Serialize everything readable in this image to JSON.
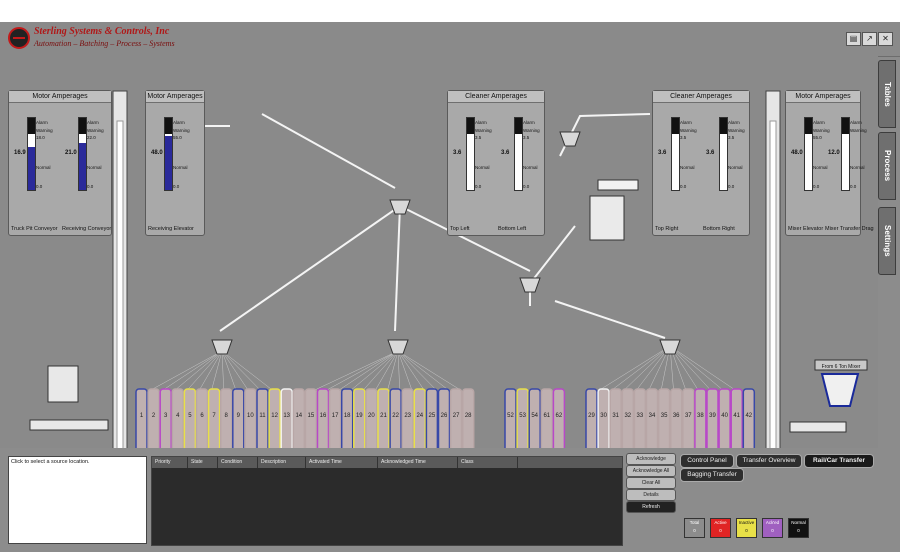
{
  "header": {
    "company": "Sterling Systems & Controls, Inc",
    "tagline": "Automation – Batching – Process – Systems",
    "buttons": [
      "print-icon",
      "export-icon",
      "close-icon"
    ]
  },
  "amperage_panels": [
    {
      "title": "Motor Amperages",
      "meters": [
        {
          "label": "Truck Pit Conveyor",
          "value": "16.9",
          "alarm": "Alarm",
          "warning": "Warning",
          "warn_val": "18.0",
          "normal": "Normal",
          "zero": "0.0",
          "fill": 0.6
        },
        {
          "label": "Receiving Conveyor",
          "value": "21.0",
          "alarm": "Alarm",
          "warning": "Warning",
          "warn_val": "22.0",
          "normal": "Normal",
          "zero": "0.0",
          "fill": 0.65
        }
      ]
    },
    {
      "title": "Motor Amperages",
      "meters": [
        {
          "label": "Receiving Elevator",
          "value": "48.0",
          "alarm": "Alarm",
          "warning": "Warning",
          "warn_val": "55.0",
          "normal": "Normal",
          "zero": "0.0",
          "fill": 0.75
        }
      ]
    },
    {
      "title": "Cleaner Amperages",
      "meters": [
        {
          "label": "Top Left",
          "value": "3.6",
          "alarm": "Alarm",
          "warning": "Warning",
          "warn_val": "3.5",
          "normal": "Normal",
          "zero": "0.0",
          "fill": 0.0
        },
        {
          "label": "Bottom Left",
          "value": "3.6",
          "alarm": "Alarm",
          "warning": "Warning",
          "warn_val": "3.5",
          "normal": "Normal",
          "zero": "0.0",
          "fill": 0.0
        }
      ]
    },
    {
      "title": "Cleaner Amperages",
      "meters": [
        {
          "label": "Top Right",
          "value": "3.6",
          "alarm": "Alarm",
          "warning": "Warning",
          "warn_val": "3.5",
          "normal": "Normal",
          "zero": "0.0",
          "fill": 0.0
        },
        {
          "label": "Bottom Right",
          "value": "3.6",
          "alarm": "Alarm",
          "warning": "Warning",
          "warn_val": "3.5",
          "normal": "Normal",
          "zero": "0.0",
          "fill": 0.0
        }
      ]
    },
    {
      "title": "Motor Amperages",
      "meters": [
        {
          "label": "Mixer Elevator",
          "value": "48.0",
          "alarm": "Alarm",
          "warning": "Warning",
          "warn_val": "55.0",
          "normal": "Normal",
          "zero": "0.0",
          "fill": 0.0
        },
        {
          "label": "Mixer Transfer Drag",
          "value": "12.0",
          "alarm": "Alarm",
          "warning": "Warning",
          "warn_val": "",
          "normal": "Normal",
          "zero": "0.0",
          "fill": 0.0
        }
      ]
    }
  ],
  "side_tabs": [
    "Tables",
    "Process",
    "Settings"
  ],
  "bin_group_1": [
    "1",
    "2",
    "3",
    "4",
    "5",
    "6",
    "7",
    "8",
    "9",
    "10",
    "11",
    "12",
    "13",
    "14",
    "15",
    "16",
    "17",
    "18",
    "19",
    "20",
    "21",
    "22",
    "23",
    "24",
    "25",
    "26",
    "27",
    "28"
  ],
  "bin_group_2": [
    "52",
    "53",
    "54",
    "61",
    "62"
  ],
  "bin_group_3": [
    "29",
    "30",
    "31",
    "32",
    "33",
    "34",
    "35",
    "36",
    "37",
    "38",
    "39",
    "40",
    "41",
    "42"
  ],
  "bin_colors": {
    "default": "#b8a6a6",
    "yellow": "#e8e048",
    "purple": "#b848c8",
    "blue": "#3848a8",
    "white": "#f2f2f2"
  },
  "mixer_label": "From 6 Ton Mixer",
  "source_prompt": "Click to select a source location.",
  "alarm_columns": [
    "Priority",
    "State",
    "Condition",
    "Description",
    "Activated Time",
    "Acknowledged Time",
    "Class"
  ],
  "action_buttons": [
    "Acknowledge",
    "Acknowledge All",
    "Clear All",
    "Details",
    "Refresh"
  ],
  "nav_buttons": [
    "Control Panel",
    "Transfer Overview",
    "Rail/Car Transfer",
    "Bagging Transfer"
  ],
  "summary": [
    {
      "label": "Total",
      "count": "0",
      "color": "#8c8c8c"
    },
    {
      "label": "Active",
      "count": "0",
      "color": "#e02424"
    },
    {
      "label": "Inactive",
      "count": "0",
      "color": "#e8e048"
    },
    {
      "label": "Ack'ed",
      "count": "0",
      "color": "#a060c0"
    },
    {
      "label": "Normal",
      "count": "0",
      "color": "#111111"
    }
  ]
}
